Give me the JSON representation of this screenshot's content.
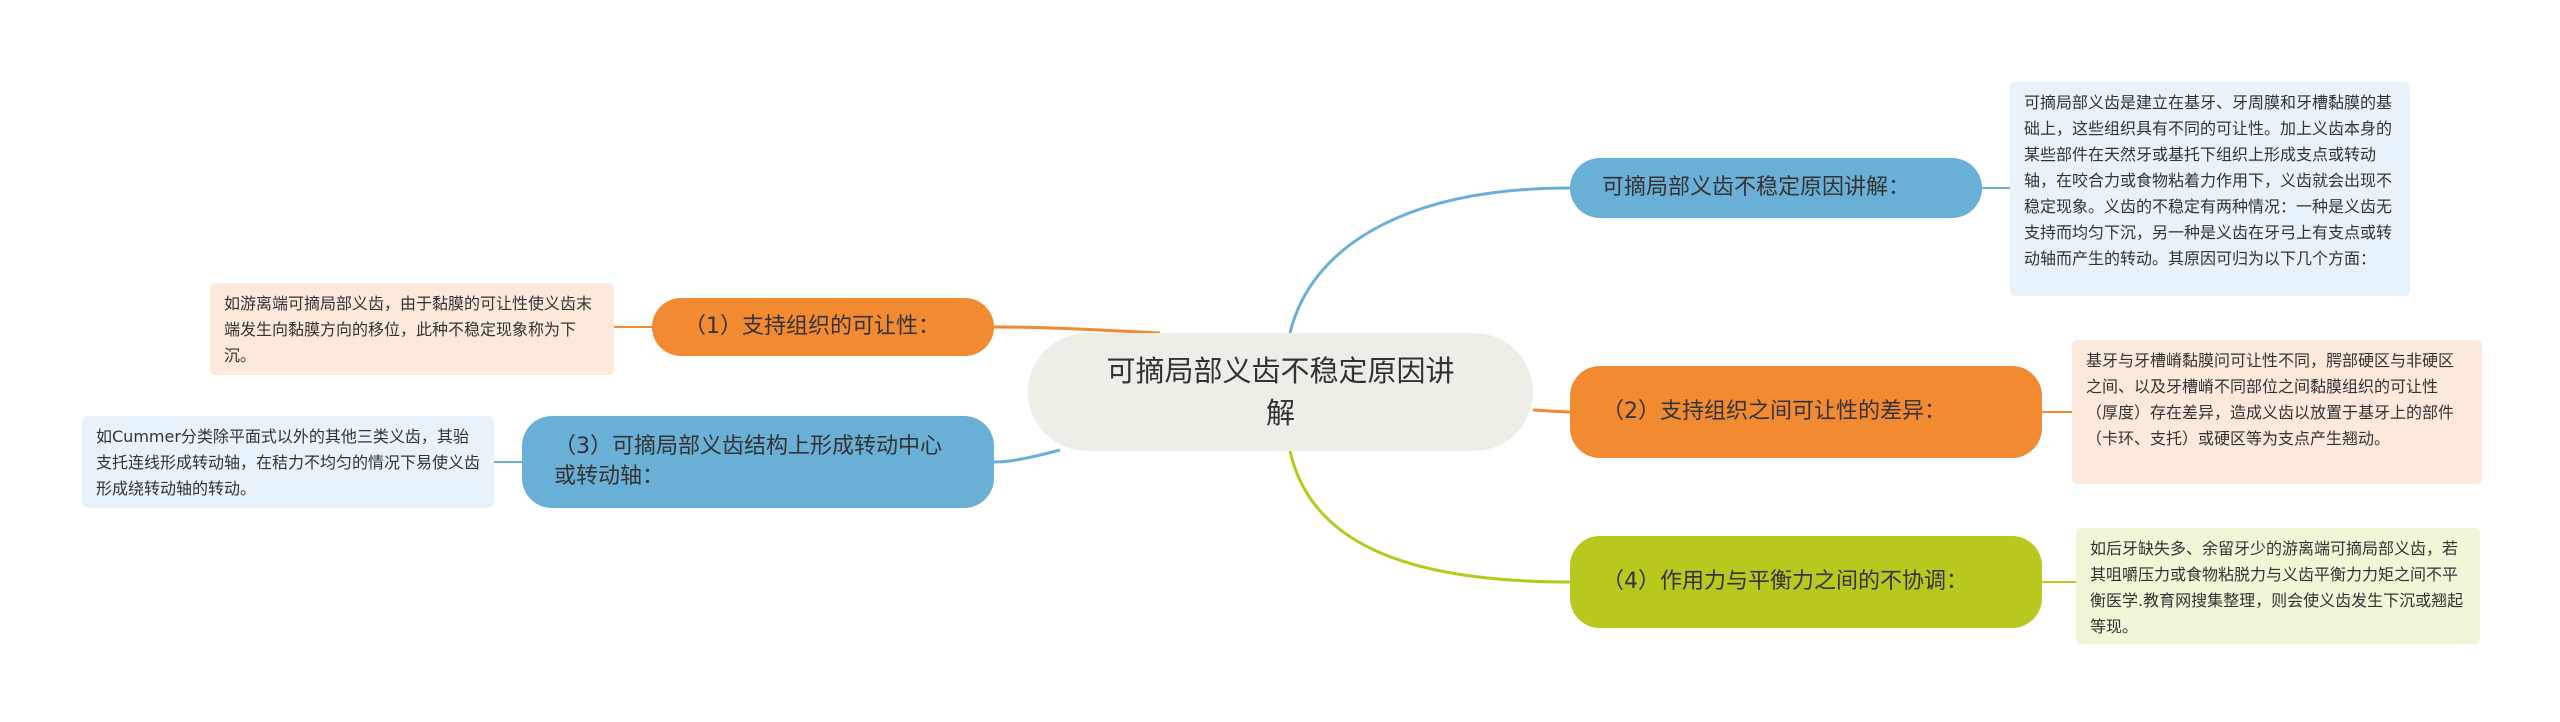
{
  "center": {
    "title": "可摘局部义齿不稳定原因讲解"
  },
  "branches": [
    {
      "label": "可摘局部义齿不稳定原因讲解：",
      "color": "#6aafd6"
    },
    {
      "label": "（1）支持组织的可让性：",
      "color": "#f28a32"
    },
    {
      "label": "（3）可摘局部义齿结构上形成转动中心或转动轴：",
      "color": "#6aafd6"
    },
    {
      "label": "（2）支持组织之间可让性的差异：",
      "color": "#f28a32"
    },
    {
      "label": "（4）作用力与平衡力之间的不协调：",
      "color": "#b8c81e"
    }
  ],
  "leaves": [
    {
      "text": "可摘局部义齿是建立在基牙、牙周膜和牙槽黏膜的基础上，这些组织具有不同的可让性。加上义齿本身的某些部件在天然牙或基托下组织上形成支点或转动轴，在咬合力或食物粘着力作用下，义齿就会出现不稳定现象。义齿的不稳定有两种情况：一种是义齿无支持而均匀下沉，另一种是义齿在牙弓上有支点或转动轴而产生的转动。其原因可归为以下几个方面："
    },
    {
      "text": "如游离端可摘局部义齿，由于黏膜的可让性使义齿末端发生向黏膜方向的移位，此种不稳定现象称为下沉。"
    },
    {
      "text": "如Cummer分类除平面式以外的其他三类义齿，其骀支托连线形成转动轴，在秸力不均匀的情况下易使义齿形成绕转动轴的转动。"
    },
    {
      "text": "基牙与牙槽嵴黏膜问可让性不同，腭部硬区与非硬区之间、以及牙槽嵴不同部位之间黏膜组织的可让性（厚度）存在差异，造成义齿以放置于基牙上的部件（卡环、支托）或硬区等为支点产生翘动。"
    },
    {
      "text": "如后牙缺失多、余留牙少的游离端可摘局部义齿，若其咀嚼压力或食物粘脱力与义齿平衡力力矩之间不平衡医学.教育网搜集整理，则会使义齿发生下沉或翘起等现。"
    }
  ]
}
